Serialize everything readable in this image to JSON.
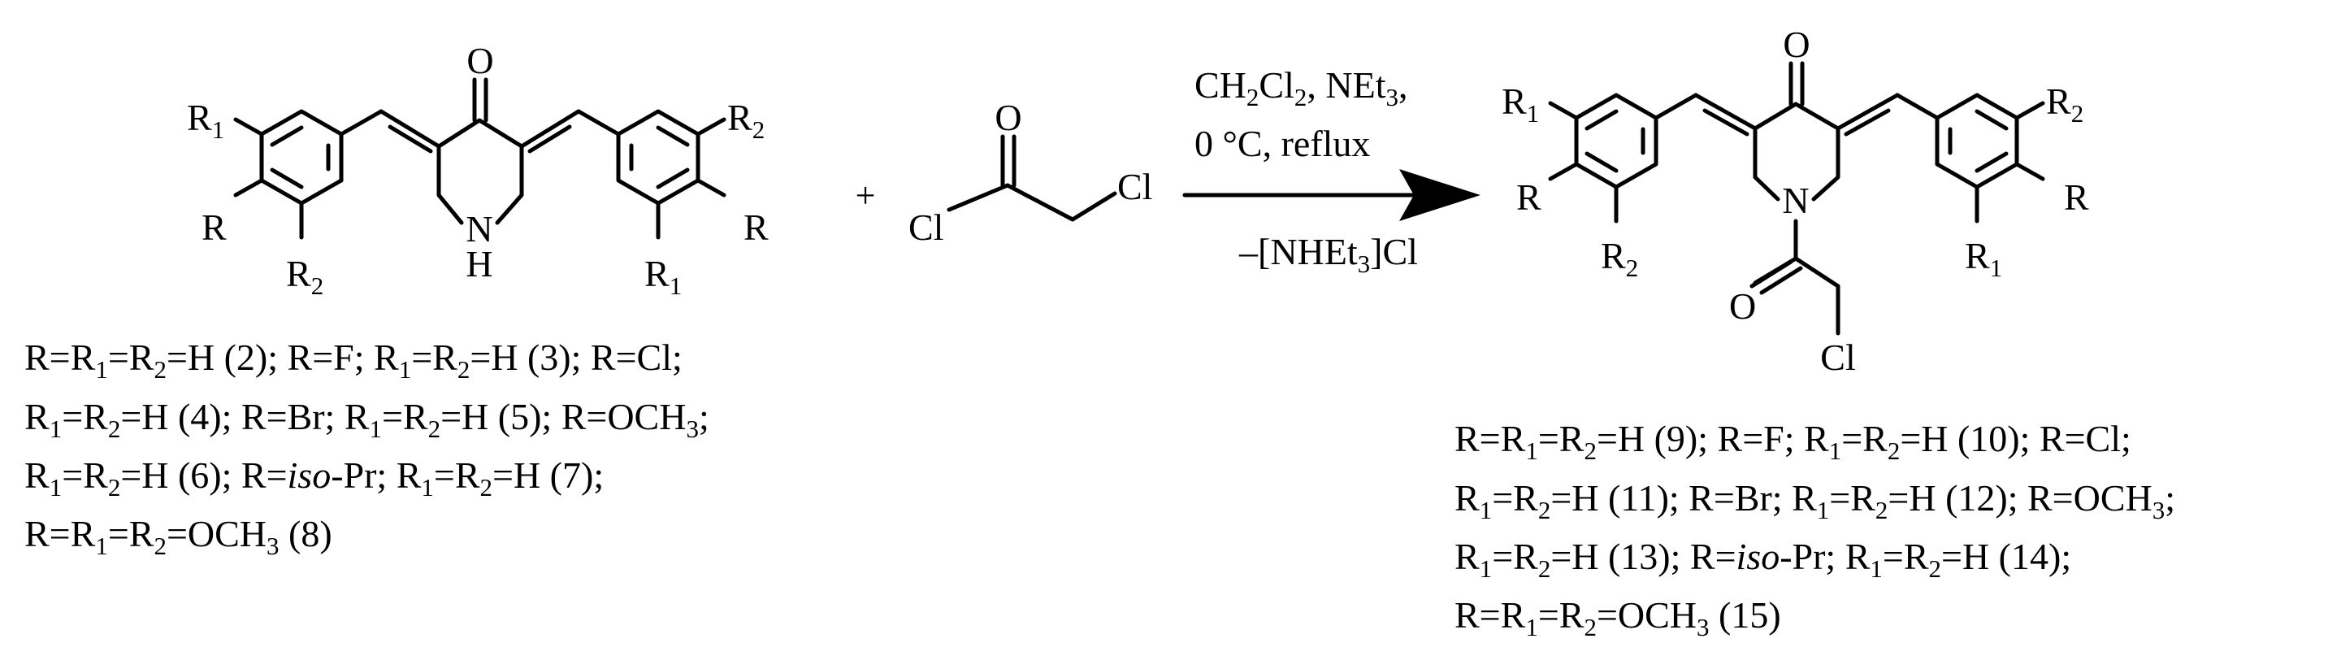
{
  "reactant_amine": {
    "atoms": {
      "O": "O",
      "N": "N",
      "H": "H",
      "R1_left": "R",
      "R1_left_sub": "1",
      "R_left": "R",
      "R2_left": "R",
      "R2_left_sub": "2",
      "R2_right": "R",
      "R2_right_sub": "2",
      "R_right": "R",
      "R1_right": "R",
      "R1_right_sub": "1"
    },
    "caption_lines": [
      [
        {
          "t": "R=R"
        },
        {
          "t": "1",
          "sub": true
        },
        {
          "t": "=R"
        },
        {
          "t": "2",
          "sub": true
        },
        {
          "t": "=H (2); R=F; R"
        },
        {
          "t": "1",
          "sub": true
        },
        {
          "t": "=R"
        },
        {
          "t": "2",
          "sub": true
        },
        {
          "t": "=H (3); R=Cl;"
        }
      ],
      [
        {
          "t": "R"
        },
        {
          "t": "1",
          "sub": true
        },
        {
          "t": "=R"
        },
        {
          "t": "2",
          "sub": true
        },
        {
          "t": "=H (4); R=Br; R"
        },
        {
          "t": "1",
          "sub": true
        },
        {
          "t": "=R"
        },
        {
          "t": "2",
          "sub": true
        },
        {
          "t": "=H (5); R=OCH"
        },
        {
          "t": "3",
          "sub": true
        },
        {
          "t": ";"
        }
      ],
      [
        {
          "t": "R"
        },
        {
          "t": "1",
          "sub": true
        },
        {
          "t": "=R"
        },
        {
          "t": "2",
          "sub": true
        },
        {
          "t": "=H (6); R="
        },
        {
          "t": "iso",
          "it": true
        },
        {
          "t": "-Pr; R"
        },
        {
          "t": "1",
          "sub": true
        },
        {
          "t": "=R"
        },
        {
          "t": "2",
          "sub": true
        },
        {
          "t": "=H (7);"
        }
      ],
      [
        {
          "t": "R=R"
        },
        {
          "t": "1",
          "sub": true
        },
        {
          "t": "=R"
        },
        {
          "t": "2",
          "sub": true
        },
        {
          "t": "=OCH"
        },
        {
          "t": "3",
          "sub": true
        },
        {
          "t": " (8)"
        }
      ]
    ]
  },
  "plus_sign": "+",
  "reagent_chloroacetyl": {
    "atoms": {
      "O": "O",
      "Cl_acyl": "Cl",
      "Cl_alkyl": "Cl"
    }
  },
  "conditions": {
    "line1": [
      {
        "t": "CH"
      },
      {
        "t": "2",
        "sub": true
      },
      {
        "t": "Cl"
      },
      {
        "t": "2",
        "sub": true
      },
      {
        "t": ", NEt"
      },
      {
        "t": "3",
        "sub": true
      },
      {
        "t": ","
      }
    ],
    "line2": [
      {
        "t": "0 °C, reflux"
      }
    ],
    "line3": [
      {
        "t": "–[NHEt"
      },
      {
        "t": "3",
        "sub": true
      },
      {
        "t": "]Cl"
      }
    ]
  },
  "product": {
    "atoms": {
      "O": "O",
      "N": "N",
      "O_amide": "O",
      "Cl": "Cl",
      "R1_left": "R",
      "R1_left_sub": "1",
      "R_left": "R",
      "R2_left": "R",
      "R2_left_sub": "2",
      "R2_right": "R",
      "R2_right_sub": "2",
      "R_right": "R",
      "R1_right": "R",
      "R1_right_sub": "1"
    },
    "caption_lines": [
      [
        {
          "t": "R=R"
        },
        {
          "t": "1",
          "sub": true
        },
        {
          "t": "=R"
        },
        {
          "t": "2",
          "sub": true
        },
        {
          "t": "=H (9); R=F; R"
        },
        {
          "t": "1",
          "sub": true
        },
        {
          "t": "=R"
        },
        {
          "t": "2",
          "sub": true
        },
        {
          "t": "=H (10); R=Cl;"
        }
      ],
      [
        {
          "t": "R"
        },
        {
          "t": "1",
          "sub": true
        },
        {
          "t": "=R"
        },
        {
          "t": "2",
          "sub": true
        },
        {
          "t": "=H (11); R=Br; R"
        },
        {
          "t": "1",
          "sub": true
        },
        {
          "t": "=R"
        },
        {
          "t": "2",
          "sub": true
        },
        {
          "t": "=H (12); R=OCH"
        },
        {
          "t": "3",
          "sub": true
        },
        {
          "t": ";"
        }
      ],
      [
        {
          "t": "R"
        },
        {
          "t": "1",
          "sub": true
        },
        {
          "t": "=R"
        },
        {
          "t": "2",
          "sub": true
        },
        {
          "t": "=H (13); R="
        },
        {
          "t": "iso",
          "it": true
        },
        {
          "t": "-Pr; R"
        },
        {
          "t": "1",
          "sub": true
        },
        {
          "t": "=R"
        },
        {
          "t": "2",
          "sub": true
        },
        {
          "t": "=H (14);"
        }
      ],
      [
        {
          "t": "R=R"
        },
        {
          "t": "1",
          "sub": true
        },
        {
          "t": "=R"
        },
        {
          "t": "2",
          "sub": true
        },
        {
          "t": "=OCH"
        },
        {
          "t": "3",
          "sub": true
        },
        {
          "t": " (15)"
        }
      ]
    ]
  }
}
